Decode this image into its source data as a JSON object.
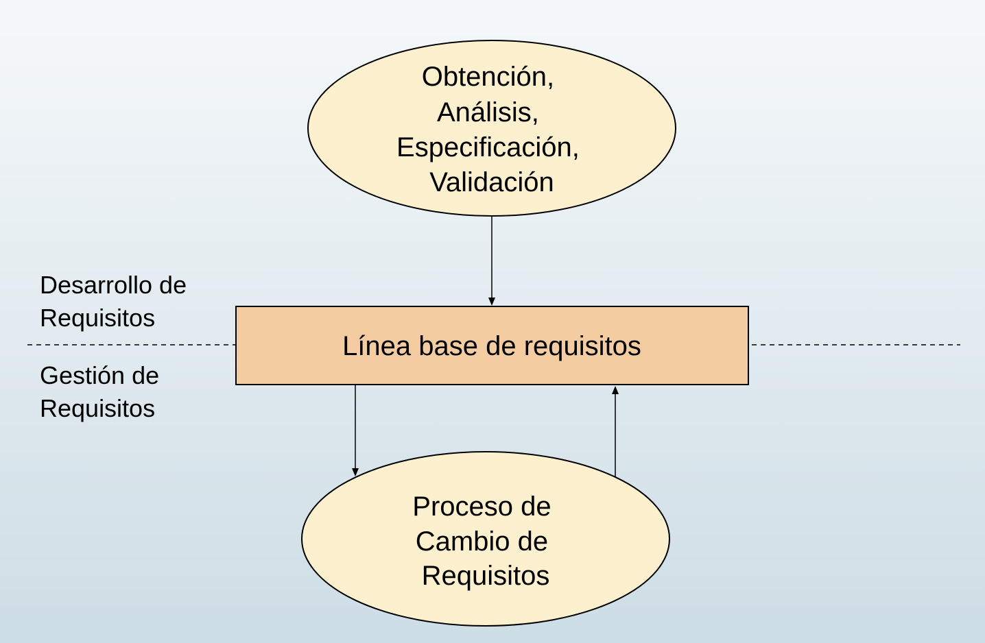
{
  "colors": {
    "ellipse_fill": "#fdf0cf",
    "box_fill": "#f3cca2",
    "stroke": "#000000"
  },
  "nodes": {
    "top_ellipse": {
      "lines": [
        "Obtención,",
        "Análisis,",
        "Especificación,",
        "Validación"
      ]
    },
    "baseline_box": {
      "label": "Línea base de requisitos"
    },
    "bottom_ellipse": {
      "lines": [
        "Proceso de",
        "Cambio de",
        "Requisitos"
      ]
    }
  },
  "sections": {
    "upper": {
      "lines": [
        "Desarrollo de",
        "Requisitos"
      ]
    },
    "lower": {
      "lines": [
        "Gestión de",
        "Requisitos"
      ]
    }
  }
}
